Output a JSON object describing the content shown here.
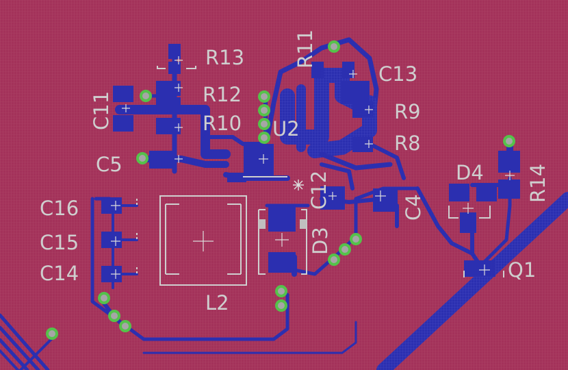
{
  "colors": {
    "copper_pour": "#a3325a",
    "trace": "#2b2fb0",
    "silkscreen": "#cfcfcf",
    "via_ring": "#55c24a",
    "pad": "#c0c0c0"
  },
  "labels": {
    "R13": "R13",
    "R11": "R11",
    "C13": "C13",
    "C11": "C11",
    "R12": "R12",
    "R10": "R10",
    "U2": "U2",
    "R9": "R9",
    "R8": "R8",
    "C5": "C5",
    "C12": "C12",
    "D4": "D4",
    "R14": "R14",
    "C16": "C16",
    "C4": "C4",
    "C15": "C15",
    "D3": "D3",
    "C14": "C14",
    "Q1": "Q1",
    "L2": "L2"
  }
}
